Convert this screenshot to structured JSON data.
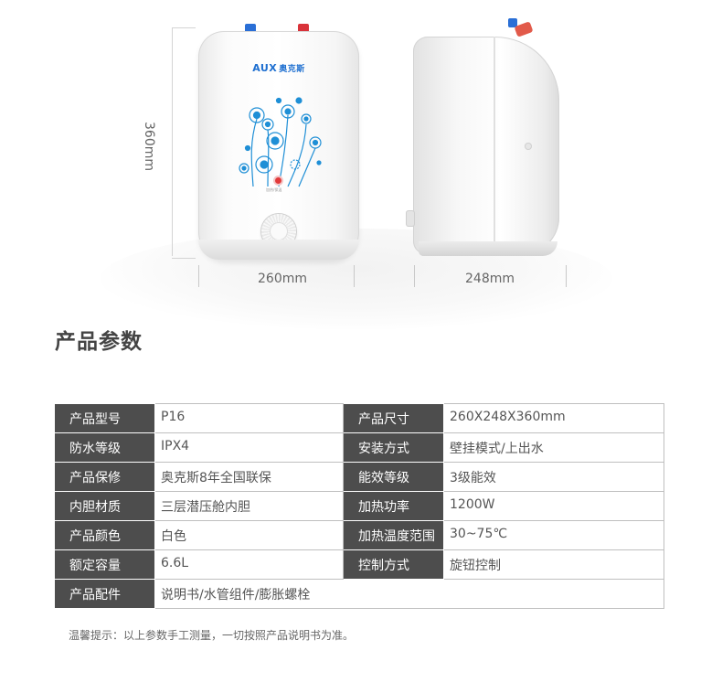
{
  "product": {
    "brand_en": "AUX",
    "brand_cn": "奥克斯",
    "indicator_label": "加热/保温",
    "colors": {
      "inlet": "#2a6fd6",
      "outlet": "#d9333a",
      "flower": "#1f8fd6",
      "table_header": "#4d4d4d"
    }
  },
  "dimensions": {
    "height": "360mm",
    "width": "260mm",
    "depth": "248mm"
  },
  "section_title": "产品参数",
  "specs": {
    "rows": [
      {
        "label1": "产品型号",
        "value1": "P16",
        "label2": "产品尺寸",
        "value2": "260X248X360mm"
      },
      {
        "label1": "防水等级",
        "value1": "IPX4",
        "label2": "安装方式",
        "value2": "壁挂模式/上出水"
      },
      {
        "label1": "产品保修",
        "value1": "奥克斯8年全国联保",
        "label2": "能效等级",
        "value2": "3级能效"
      },
      {
        "label1": "内胆材质",
        "value1": "三层潜压舱内胆",
        "label2": "加热功率",
        "value2": "1200W"
      },
      {
        "label1": "产品颜色",
        "value1": "白色",
        "label2": "加热温度范围",
        "value2": "30~75℃"
      },
      {
        "label1": "额定容量",
        "value1": "6.6L",
        "label2": "控制方式",
        "value2": "旋钮控制"
      }
    ],
    "accessories": {
      "label": "产品配件",
      "value": "说明书/水管组件/膨胀螺栓"
    }
  },
  "footnote": "温馨提示：以上参数手工测量，一切按照产品说明书为准。"
}
